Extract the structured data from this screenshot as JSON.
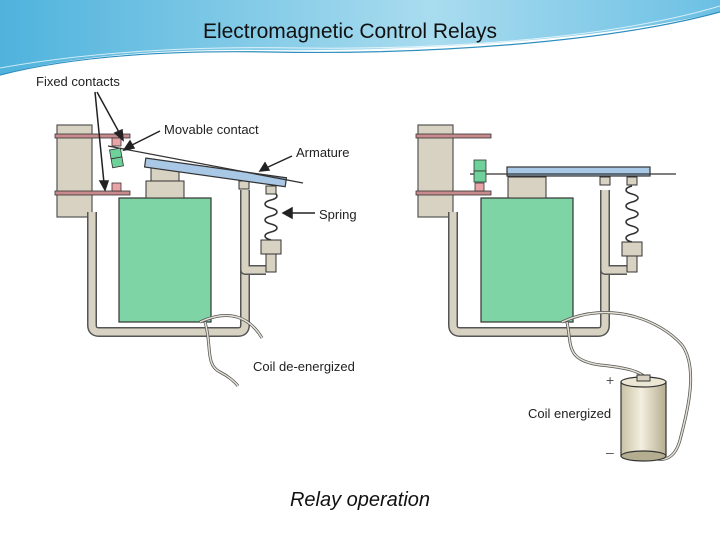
{
  "slide": {
    "title": "Electromagnetic Control Relays",
    "caption": "Relay operation"
  },
  "diagram": {
    "left_panel": {
      "labels": {
        "fixed_contacts": "Fixed contacts",
        "movable_contact": "Movable contact",
        "armature": "Armature",
        "spring": "Spring",
        "coil_state": "Coil de-energized"
      }
    },
    "right_panel": {
      "labels": {
        "coil_state": "Coil energized",
        "plus": "+",
        "minus": "–"
      }
    }
  },
  "colors": {
    "coil": "#7fd4a5",
    "frame": "#d8d2c2",
    "armature": "#a9c8e6",
    "contact": "#e8a3a6",
    "movable_contact": "#6ed19a",
    "header_wave": "#5bb7dc"
  }
}
